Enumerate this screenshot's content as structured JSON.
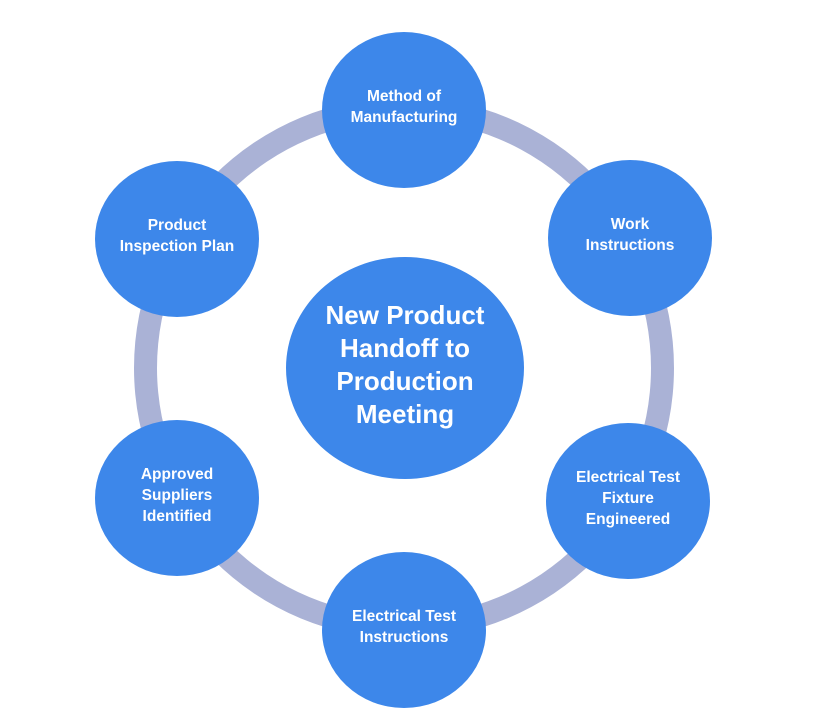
{
  "diagram": {
    "type": "circle-spoke-cycle",
    "background": "#FFFFFF",
    "colors": {
      "node_fill": "#3D87EA",
      "ring": "#AAB2D6",
      "text": "#FFFFFF"
    },
    "center_node": {
      "id": "new-product-handoff-to-production-meeting",
      "label": "New Product\nHandoff to\nProduction\nMeeting"
    },
    "nodes": [
      {
        "id": "method-of-manufacturing",
        "position": "top",
        "label": "Method of\nManufacturing"
      },
      {
        "id": "work-instructions",
        "position": "upper-right",
        "label": "Work\nInstructions"
      },
      {
        "id": "electrical-test-fixture-engineered",
        "position": "lower-right",
        "label": "Electrical Test\nFixture\nEngineered"
      },
      {
        "id": "electrical-test-instructions",
        "position": "bottom",
        "label": "Electrical Test\nInstructions"
      },
      {
        "id": "approved-suppliers-identified",
        "position": "lower-left",
        "label": "Approved\nSuppliers\nIdentified"
      },
      {
        "id": "product-inspection-plan",
        "position": "upper-left",
        "label": "Product\nInspection Plan"
      }
    ]
  }
}
